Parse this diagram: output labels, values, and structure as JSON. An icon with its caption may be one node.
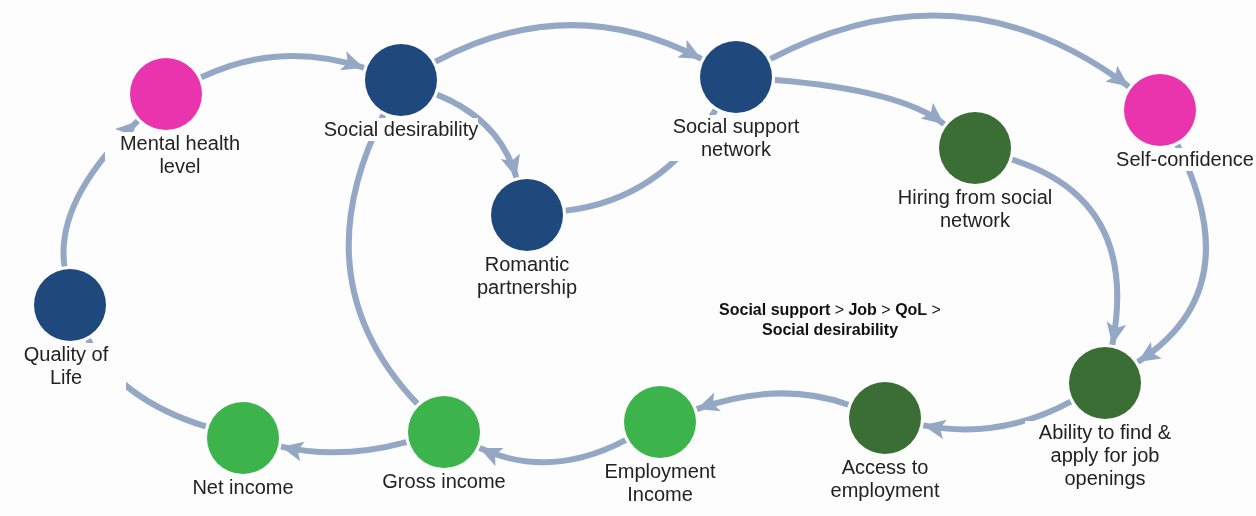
{
  "diagram": {
    "nodes": [
      {
        "text": [
          "Mental health level"
        ]
      },
      {
        "text": [
          "Social desirability"
        ]
      },
      {
        "text": [
          "Romantic partnership"
        ]
      },
      {
        "text": [
          "Social support network"
        ]
      },
      {
        "text": [
          "Self-confidence"
        ]
      },
      {
        "text": [
          "Hiring from social network"
        ]
      },
      {
        "text": [
          "Quality of Life"
        ]
      },
      {
        "text": [
          "Ability to find & apply for job openings"
        ]
      },
      {
        "text": [
          "Net income"
        ]
      },
      {
        "text": [
          "Gross income"
        ]
      },
      {
        "text": [
          "Employment Income"
        ]
      },
      {
        "text": [
          "Access to employment"
        ]
      }
    ],
    "edges": [
      {
        "from": 6,
        "to": 0,
        "arrow": "to"
      },
      {
        "from": 0,
        "to": 1,
        "arrow": "to"
      },
      {
        "from": 1,
        "to": 2,
        "arrow": "to"
      },
      {
        "from": 2,
        "to": 3,
        "arrow": "none"
      },
      {
        "from": 1,
        "to": 3,
        "arrow": "to"
      },
      {
        "from": 3,
        "to": 4,
        "arrow": "to"
      },
      {
        "from": 3,
        "to": 5,
        "arrow": "to"
      },
      {
        "from": 5,
        "to": 7,
        "arrow": "to"
      },
      {
        "from": 4,
        "to": 7,
        "arrow": "to"
      },
      {
        "from": 7,
        "to": 11,
        "arrow": "to"
      },
      {
        "from": 11,
        "to": 10,
        "arrow": "to"
      },
      {
        "from": 10,
        "to": 9,
        "arrow": "to"
      },
      {
        "from": 9,
        "to": 8,
        "arrow": "to"
      },
      {
        "from": 9,
        "to": 1,
        "arrow": "to"
      },
      {
        "from": 8,
        "to": 6,
        "arrow": "to"
      }
    ],
    "labels": [
      "**Social support** > **Job** > **QoL** > **Social desirability**"
    ]
  }
}
